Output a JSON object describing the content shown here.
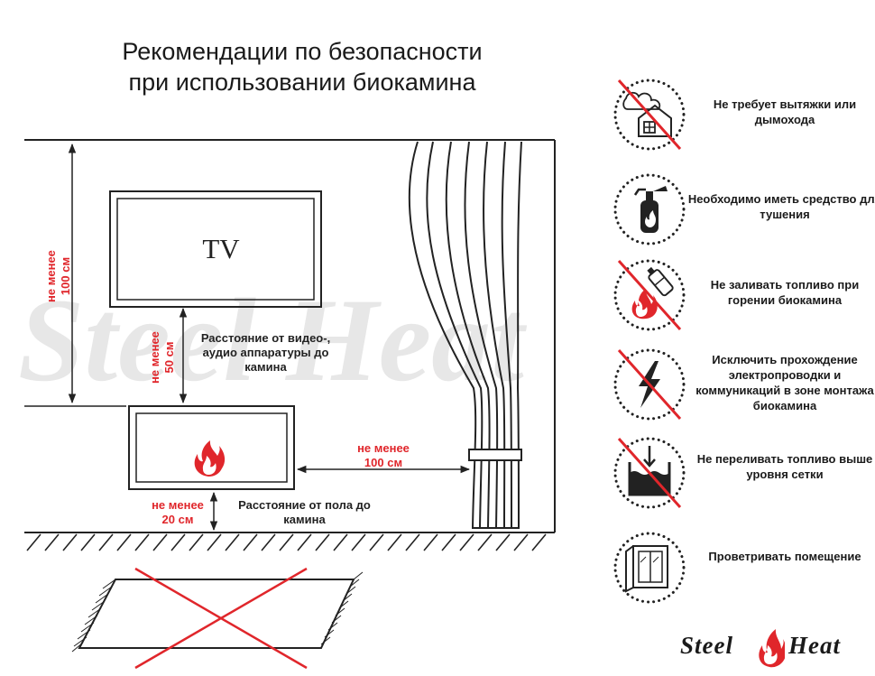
{
  "title": {
    "line1": "Рекомендации по безопасности",
    "line2": "при использовании биокамина"
  },
  "tv_label": "TV",
  "labels": {
    "wall_height_min": "не менее",
    "wall_height_value": "100 см",
    "tv_gap_min": "не менее",
    "tv_gap_value": "50 см",
    "tv_gap_desc": "Расстояние от видео-, аудио аппаратуры до камина",
    "curtain_min": "не менее",
    "curtain_value": "100 см",
    "floor_min": "не менее",
    "floor_value": "20 см",
    "floor_desc": "Расстояние от пола до камина"
  },
  "rules": [
    {
      "icon": "no-chimney-icon",
      "text": "Не требует вытяжки или дымохода"
    },
    {
      "icon": "fire-extinguisher-icon",
      "text": "Необходимо иметь средство для тушения"
    },
    {
      "icon": "no-refuel-icon",
      "text": "Не заливать топливо при горении биокамина"
    },
    {
      "icon": "no-electric-icon",
      "text": "Исключить прохождение электропроводки и коммуникаций в зоне монтажа биокамина"
    },
    {
      "icon": "fuel-level-icon",
      "text": "Не переливать топливо выше уровня сетки"
    },
    {
      "icon": "window-icon",
      "text": "Проветривать помещение"
    }
  ],
  "logo": {
    "word1": "Steel",
    "word2": "Heat"
  },
  "watermark": "Steel Heat",
  "colors": {
    "accent": "#e0262b",
    "line": "#222222"
  }
}
